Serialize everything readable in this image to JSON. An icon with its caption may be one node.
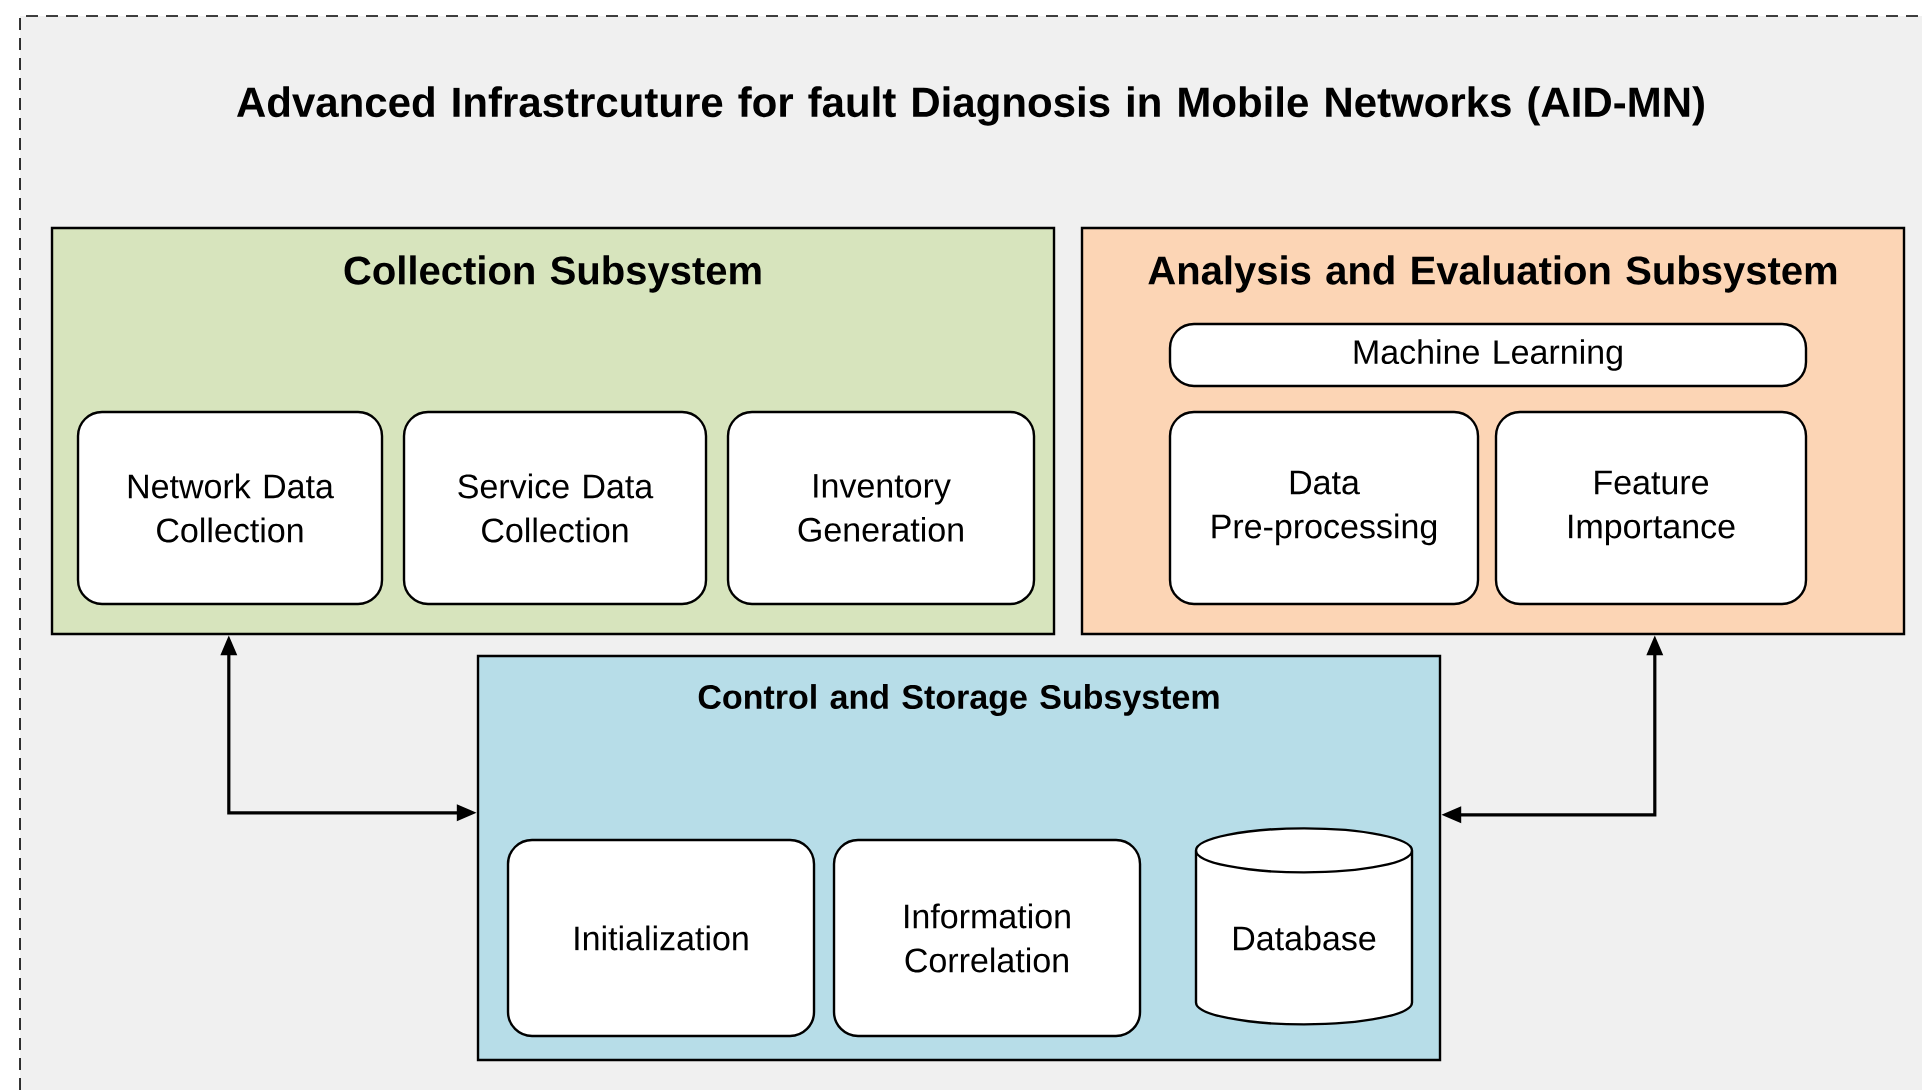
{
  "diagram": {
    "nodes": [
      {
        "text": [
          "Advanced Infrastrcuture for fault Diagnosis in Mobile Networks (AID-MN)"
        ]
      },
      {
        "text": [
          "Collection Subsystem"
        ],
        "in": 0
      },
      {
        "text": [
          "Network Data Collection"
        ],
        "in": 1
      },
      {
        "text": [
          "Service Data Collection"
        ],
        "in": 1
      },
      {
        "text": [
          "Inventory Generation"
        ],
        "in": 1
      },
      {
        "text": [
          "Analysis and Evaluation Subsystem"
        ],
        "in": 0
      },
      {
        "text": [
          "Machine Learning"
        ],
        "in": 5
      },
      {
        "text": [
          "Data Pre-processing"
        ],
        "in": 5
      },
      {
        "text": [
          "Feature Importance"
        ],
        "in": 5
      },
      {
        "text": [
          "Control and Storage Subsystem"
        ],
        "in": 0
      },
      {
        "text": [
          "Initialization"
        ],
        "in": 9
      },
      {
        "text": [
          "Information Correlation"
        ],
        "in": 9
      },
      {
        "text": [
          "Database"
        ],
        "in": 9
      }
    ],
    "edges": [
      {
        "from": 9,
        "to": 1,
        "arrow": "both"
      },
      {
        "from": 9,
        "to": 5,
        "arrow": "both"
      }
    ]
  }
}
